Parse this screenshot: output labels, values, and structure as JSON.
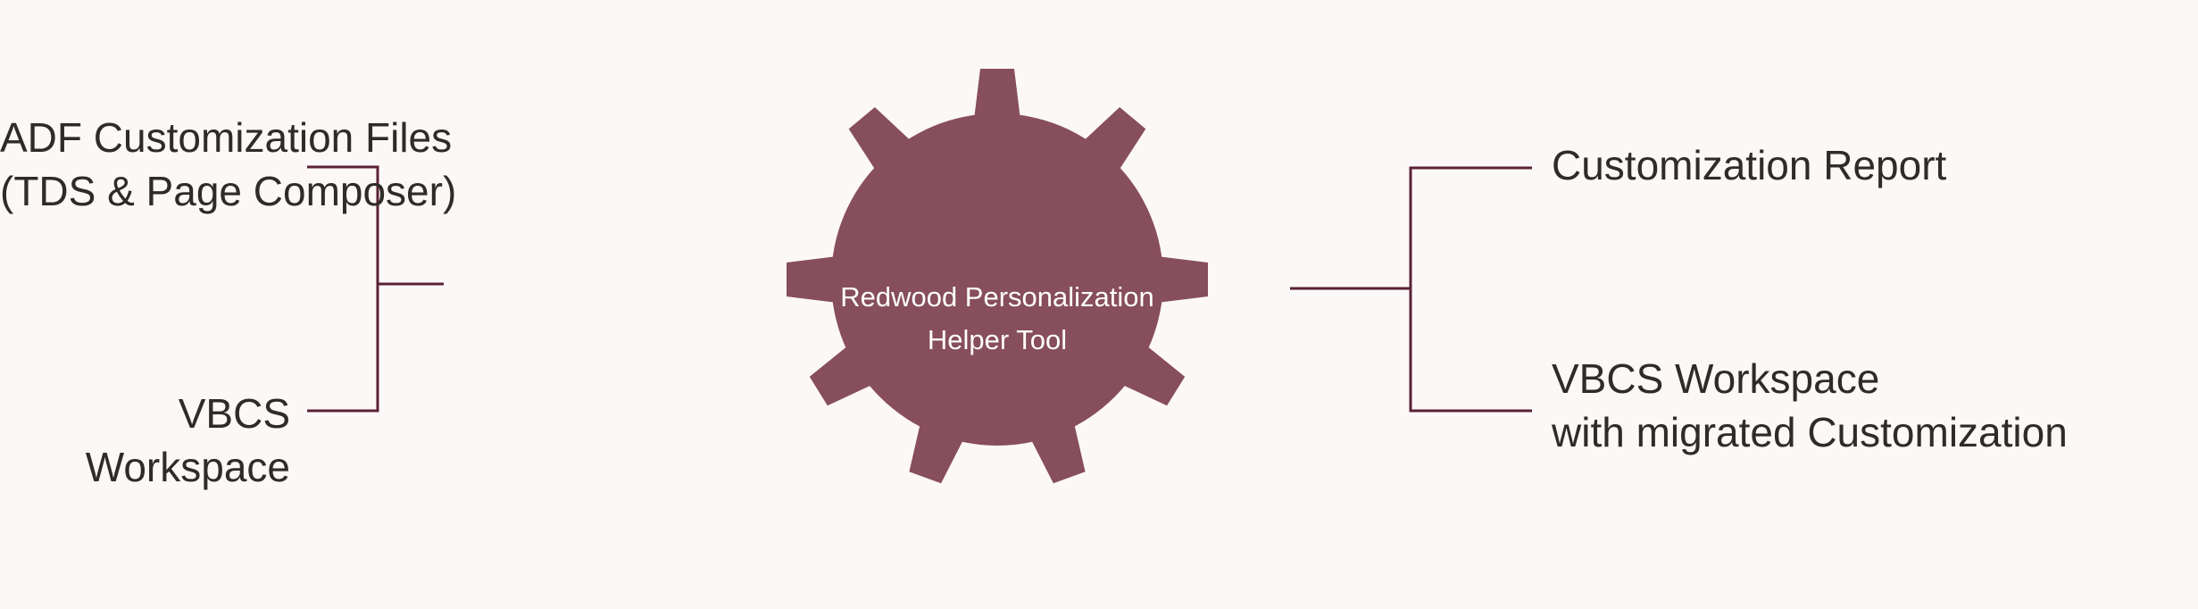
{
  "colors": {
    "background": "#fcf8f7",
    "gear": "#874e5c",
    "connector": "#5a2236",
    "text": "#2e2b29"
  },
  "inputs": [
    {
      "lines": [
        "ADF Customization Files",
        "(TDS & Page Composer)"
      ]
    },
    {
      "lines": [
        "VBCS Workspace"
      ]
    }
  ],
  "center": {
    "icon": "gear-icon",
    "lines": [
      "Redwood Personalization",
      "Helper Tool"
    ]
  },
  "outputs": [
    {
      "lines": [
        "Customization Report"
      ]
    },
    {
      "lines": [
        "VBCS Workspace",
        "with migrated Customization"
      ]
    }
  ]
}
